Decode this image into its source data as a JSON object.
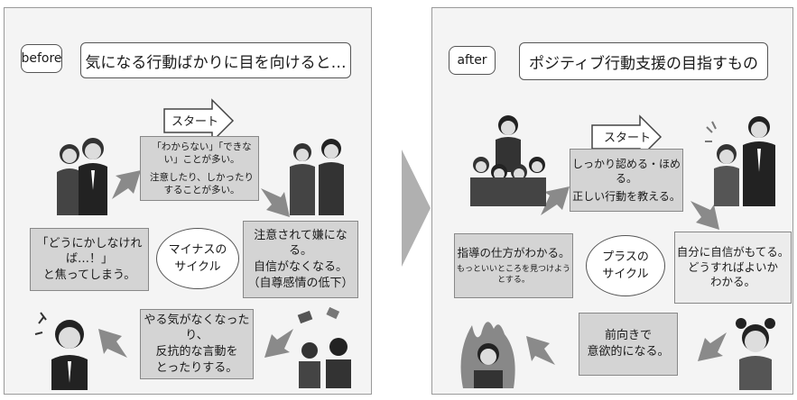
{
  "before": {
    "tag": "before",
    "title": "気になる行動ばかりに目を向けると…",
    "start_label": "スタート",
    "box_top": [
      "「わからない」「できない」ことが多い。",
      "注意したり、しかったりすることが多い。"
    ],
    "box_right": [
      "注意されて嫌になる。",
      "自信がなくなる。",
      "（自尊感情の低下）"
    ],
    "box_bottom": [
      "やる気がなくなったり、",
      "反抗的な言動を",
      "とったりする。"
    ],
    "box_left": [
      "「どうにかしなければ…！」",
      "と焦ってしまう。"
    ],
    "center": [
      "マイナスの",
      "サイクル"
    ]
  },
  "after": {
    "tag": "after",
    "title": "ポジティブ行動支援の目指すもの",
    "start_label": "スタート",
    "box_top": [
      "しっかり認める・ほめる。",
      "正しい行動を教える。"
    ],
    "box_right": [
      "自分に自信がもてる。",
      "どうすればよいか",
      "わかる。"
    ],
    "box_bottom": [
      "前向きで",
      "意欲的になる。"
    ],
    "box_left": [
      "指導の仕方がわかる。",
      "もっといいところを見つけようとする。"
    ],
    "center": [
      "プラスの",
      "サイクル"
    ]
  },
  "colors": {
    "box_fill": "#d4d4d4",
    "panel_bg": "#f4f4f4",
    "arrow": "#8a8a8a",
    "border": "#555555"
  }
}
